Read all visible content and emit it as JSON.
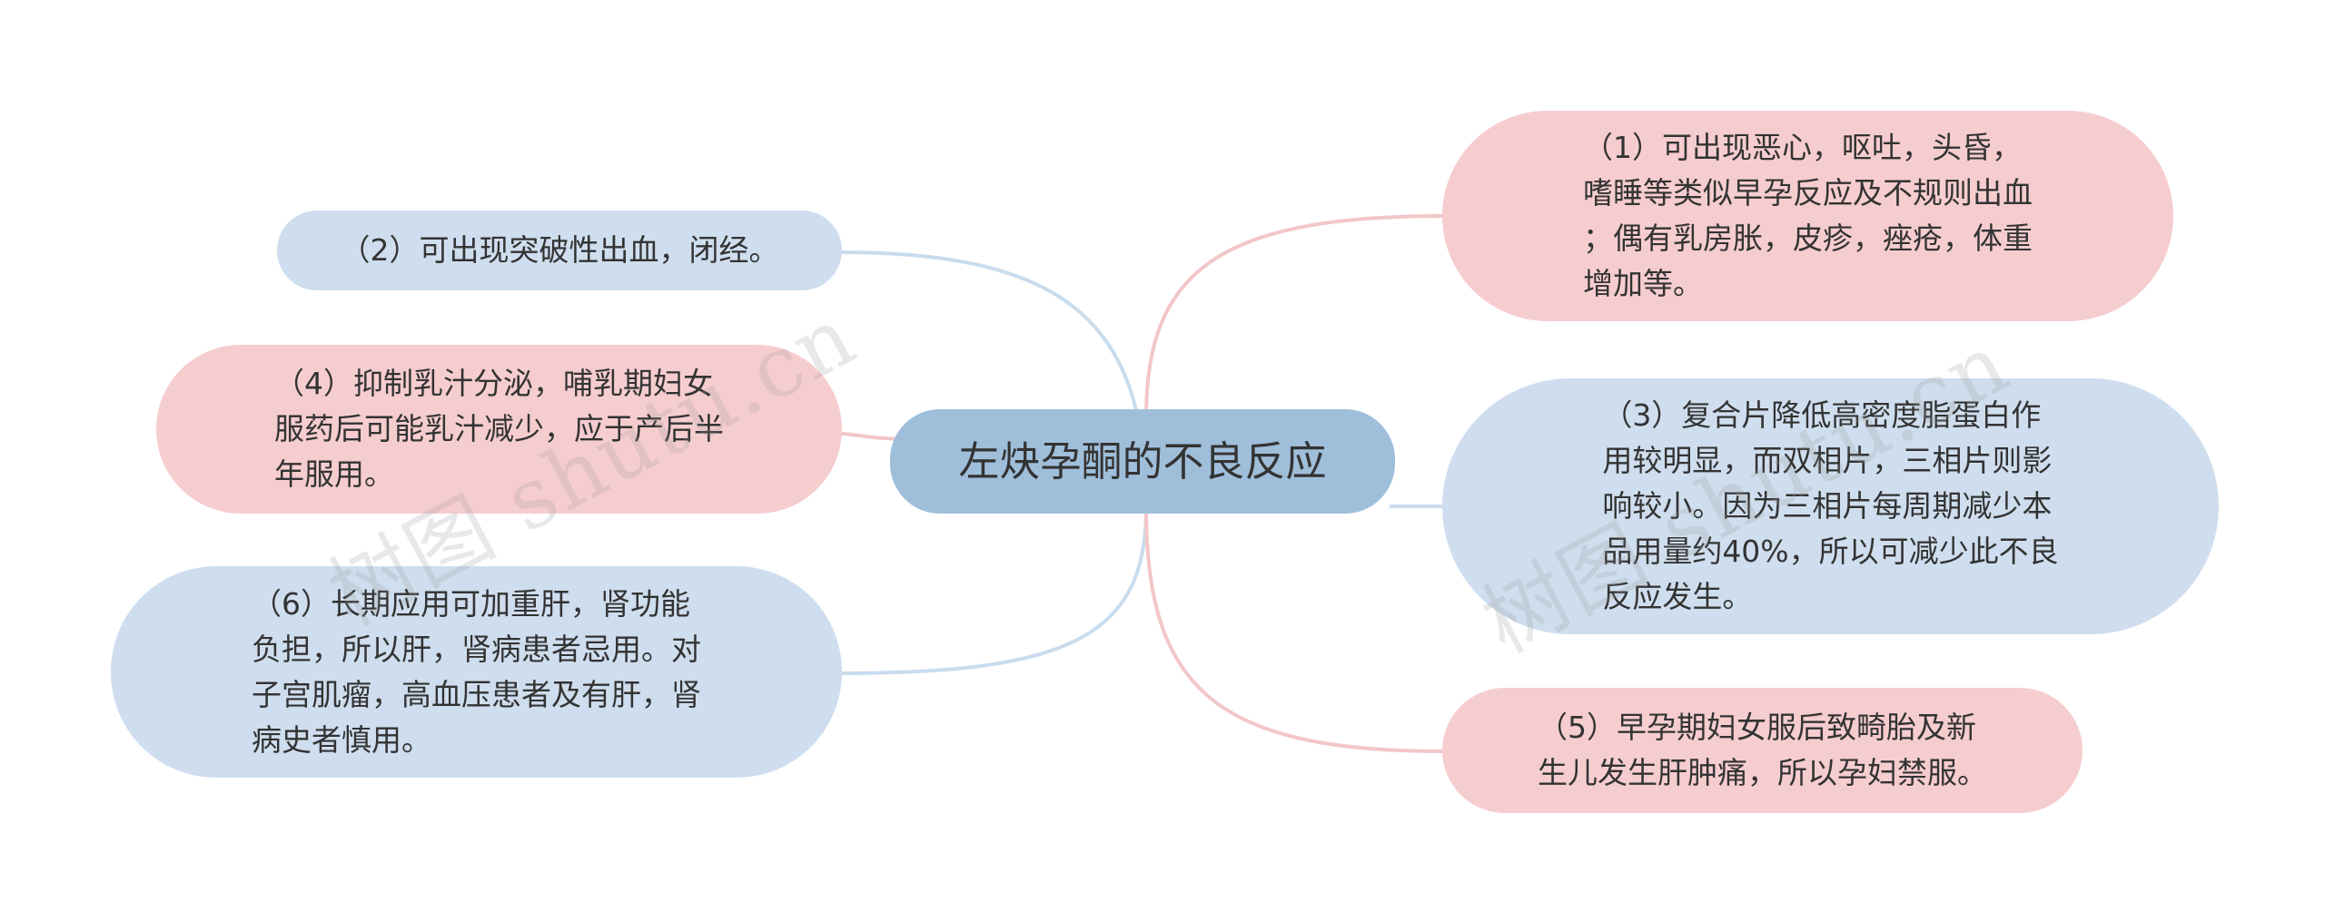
{
  "center": {
    "title": "左炔孕酮的不良反应"
  },
  "nodes": {
    "n1": "（1）可出现恶心，呕吐，头昏，\n嗜睡等类似早孕反应及不规则出血\n；偶有乳房胀，皮疹，痤疮，体重\n增加等。",
    "n2": "（2）可出现突破性出血，闭经。",
    "n3": "（3）复合片降低高密度脂蛋白作\n用较明显，而双相片，三相片则影\n响较小。因为三相片每周期减少本\n品用量约40%，所以可减少此不良\n反应发生。",
    "n4": "（4）抑制乳汁分泌，哺乳期妇女\n服药后可能乳汁减少，应于产后半\n年服用。",
    "n5": "（5）早孕期妇女服后致畸胎及新\n生儿发生肝肿痛，所以孕妇禁服。",
    "n6": "（6）长期应用可加重肝，肾功能\n负担，所以肝，肾病患者忌用。对\n子宫肌瘤，高血压患者及有肝，肾\n病史者慎用。"
  },
  "watermark": {
    "left": "树图 shutu.cn",
    "right": "树图 shutu.cn"
  },
  "colors": {
    "pink": "#f6cdcf",
    "blue": "#cfdeee",
    "center": "#9fbeda",
    "pink_link": "#f3c6c8",
    "blue_link": "#c9dced"
  }
}
